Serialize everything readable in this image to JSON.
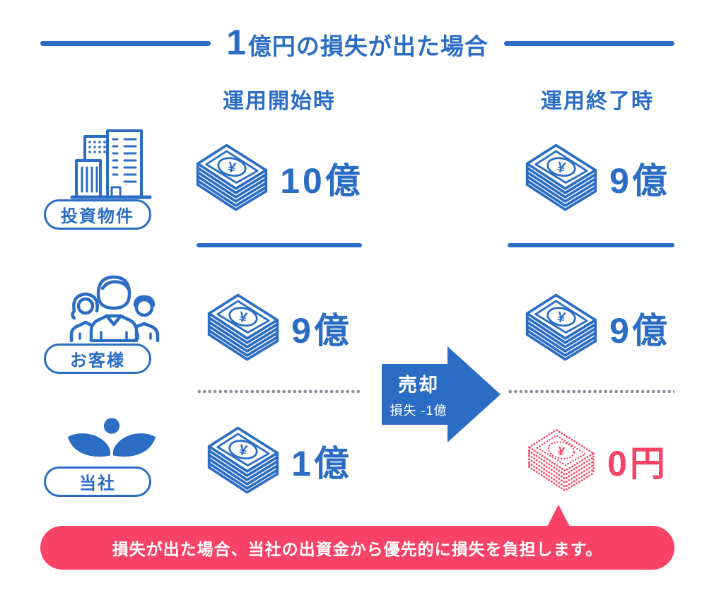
{
  "colors": {
    "blue": "#2b6dc5",
    "pink": "#f94366",
    "dot_gray": "#8d939c",
    "background": "#ffffff"
  },
  "title": {
    "lead_digit": "1",
    "rest": "億円の損失が出た場合"
  },
  "columns": {
    "start": "運用開始時",
    "end": "運用終了時"
  },
  "rows": [
    {
      "name": "投資物件",
      "icon": "buildings-icon",
      "amounts": {
        "start": "10億",
        "end": "9億"
      }
    },
    {
      "name": "お客様",
      "icon": "customers-icon",
      "amounts": {
        "start": "9億",
        "end": "9億"
      }
    },
    {
      "name": "当社",
      "icon": "company-wings-icon",
      "amounts": {
        "start": "1億",
        "end": "0円"
      }
    }
  ],
  "arrow": {
    "label": "売却",
    "sublabel": "損失 -1億"
  },
  "banner": {
    "text": "損失が出た場合、当社の出資金から優先的に損失を負担します。"
  },
  "icons": {
    "money": "money-stack-icon",
    "money_empty": "money-stack-empty-icon"
  }
}
